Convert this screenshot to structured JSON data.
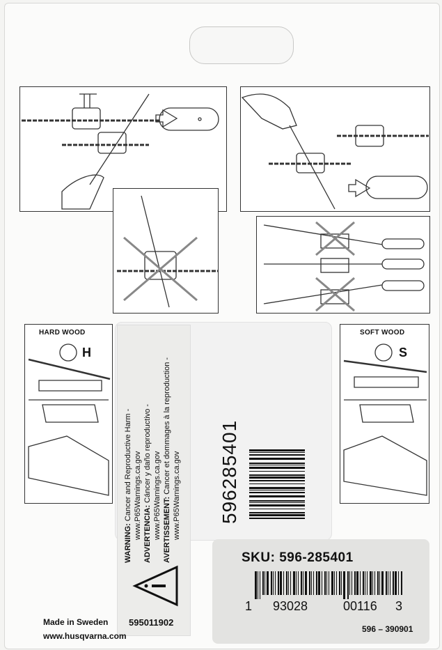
{
  "labels": {
    "hard_wood": "HARD WOOD",
    "hard_letter": "H",
    "soft_wood": "SOFT WOOD",
    "soft_letter": "S"
  },
  "warning": {
    "line1_bold": "WARNING:",
    "line1": " Cancer and Reproductive Harm -",
    "line2": "www.P65Warnings.ca.gov",
    "line3_bold": "ADVERTENCIA:",
    "line3": " Cáncer y daño reproductivo -",
    "line4": "www.P65Warnings.ca.gov",
    "line5_bold": "AVERTISSEMENT:",
    "line5": " Cancer et dommages à la reproduction -",
    "line6": "www.P65Warnings.ca.gov"
  },
  "part_number_vertical": "596285401",
  "sku": {
    "label": "SKU:",
    "value": "596-285401",
    "ean_first": "1",
    "ean_left": "93028",
    "ean_right": "00116",
    "ean_last": "3",
    "code": "596 – 390901"
  },
  "footer": {
    "made_in": "Made in Sweden",
    "number": "595011902",
    "url": "www.husqvarna.com"
  },
  "colors": {
    "line": "#333333",
    "panel": "#ffffff",
    "sku_bg": "#e3e3e1"
  }
}
